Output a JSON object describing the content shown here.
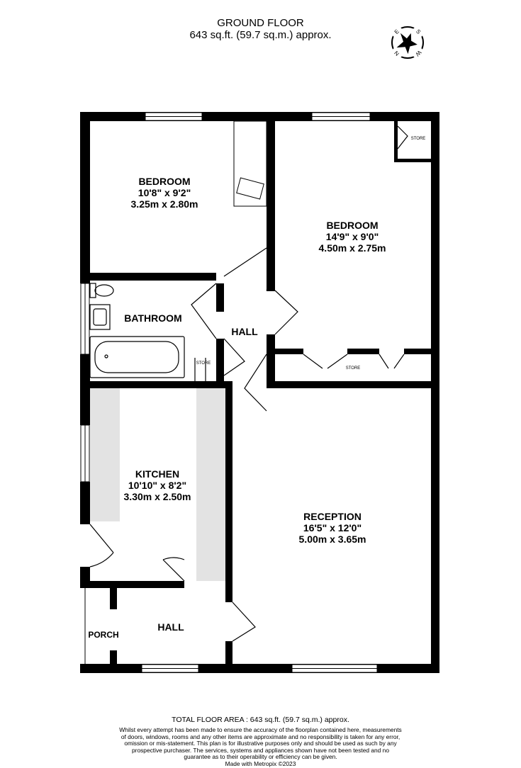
{
  "header": {
    "title": "GROUND FLOOR",
    "area": "643 sq.ft. (59.7 sq.m.) approx."
  },
  "compass": {
    "icon": "compass-icon",
    "letters": [
      "N",
      "E",
      "S",
      "W"
    ]
  },
  "rooms": [
    {
      "name": "BEDROOM",
      "imperial": "10'8\"  x 9'2\"",
      "metric": "3.25m  x 2.80m"
    },
    {
      "name": "BEDROOM",
      "imperial": "14'9\"  x 9'0\"",
      "metric": "4.50m  x 2.75m"
    },
    {
      "name": "BATHROOM"
    },
    {
      "name": "HALL"
    },
    {
      "name": "KITCHEN",
      "imperial": "10'10\"  x 8'2\"",
      "metric": "3.30m  x 2.50m"
    },
    {
      "name": "RECEPTION",
      "imperial": "16'5\"  x 12'0\"",
      "metric": "5.00m  x 3.65m"
    },
    {
      "name": "PORCH"
    },
    {
      "name": "HALL"
    }
  ],
  "stores": [
    "STORE",
    "STORE",
    "STORE"
  ],
  "footer": {
    "total": "TOTAL FLOOR AREA : 643 sq.ft. (59.7 sq.m.) approx.",
    "disclaimer": "Whilst every attempt has been made to ensure the accuracy of the floorplan contained here, measurements of doors, windows, rooms and any other items are approximate and no responsibility is taken for any error, omission or mis-statement. This plan is for illustrative purposes only and should be used as such by any prospective purchaser. The services, systems and appliances shown have not been tested and no guarantee as to their operability or efficiency can be given.",
    "credit": "Made with Metropix ©2023"
  },
  "colors": {
    "wall": "#000000",
    "worktop": "#e3e3e3"
  }
}
